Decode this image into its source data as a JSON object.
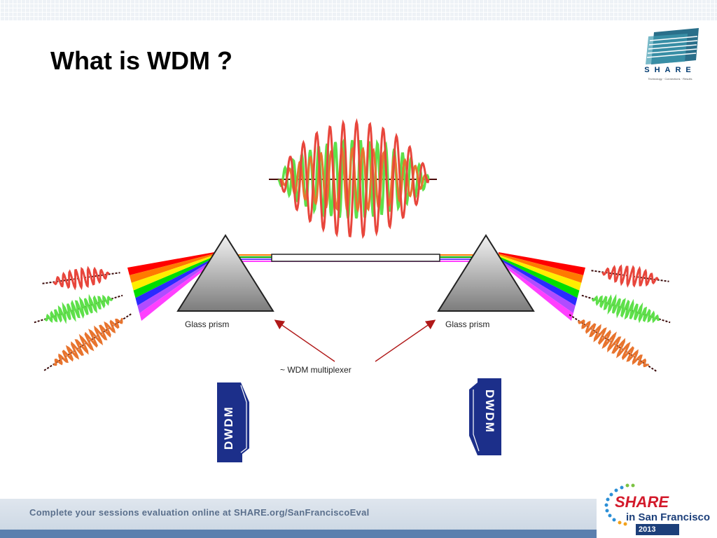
{
  "slide": {
    "title": "What is WDM ?"
  },
  "logo": {
    "word": "SHARE",
    "tagline": "Technology · Connections · Results"
  },
  "diagram": {
    "prism_left_label": "Glass prism",
    "prism_right_label": "Glass prism",
    "multiplexer_label": "~ WDM multiplexer",
    "dwdm_left": "DWDM",
    "dwdm_right": "DWDM",
    "spectrum_colors": [
      "#ff0000",
      "#ff7a00",
      "#ffee00",
      "#00dd00",
      "#2a2aff",
      "#b04cff",
      "#ff40ff"
    ],
    "wave_colors": [
      "#e8463c",
      "#5ee04a",
      "#e8742e"
    ],
    "dwdm_color": "#1c2f8a"
  },
  "footer": {
    "text": "Complete your sessions evaluation online at SHARE.org/SanFranciscoEval",
    "badge_main": "SHARE",
    "badge_sub": "in San Francisco",
    "badge_year": "2013"
  }
}
